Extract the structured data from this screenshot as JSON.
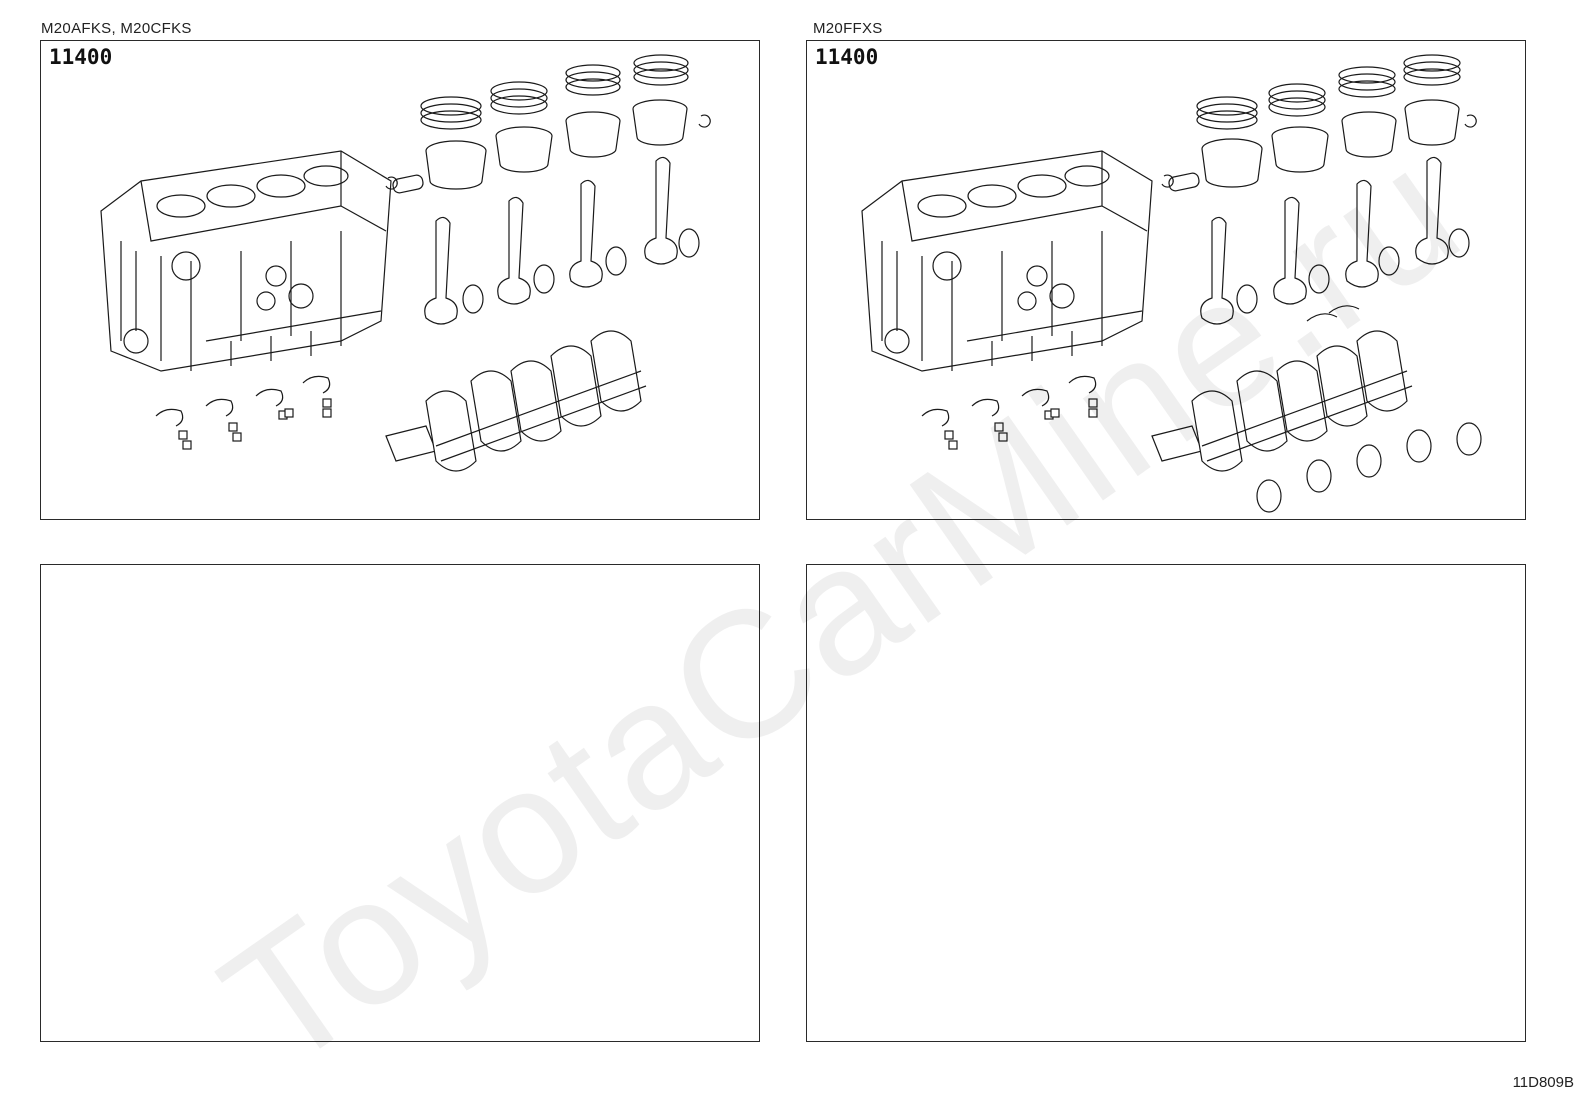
{
  "panels": [
    {
      "caption": "M20AFKS, M20CFKS",
      "part_number": "11400"
    },
    {
      "caption": "M20FFXS",
      "part_number": "11400"
    }
  ],
  "watermark": "ToyotaCarMine.ru",
  "figure_code": "11D809B"
}
